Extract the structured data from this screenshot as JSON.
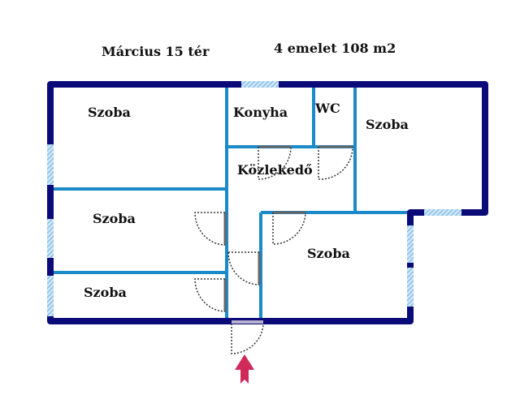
{
  "header": {
    "address": "Március 15 tér",
    "details": "4 emelet 108 m2"
  },
  "rooms": [
    {
      "name": "Szoba"
    },
    {
      "name": "Konyha"
    },
    {
      "name": "WC"
    },
    {
      "name": "Szoba"
    },
    {
      "name": "Közlekedő"
    },
    {
      "name": "Szoba"
    },
    {
      "name": "Szoba"
    },
    {
      "name": "Szoba"
    }
  ],
  "colors": {
    "outer_wall": "#0a0a78",
    "inner_wall": "#1a8ac8",
    "window": "#9ccbef",
    "door": "#666666",
    "entrance_arrow": "#d02a5a"
  }
}
